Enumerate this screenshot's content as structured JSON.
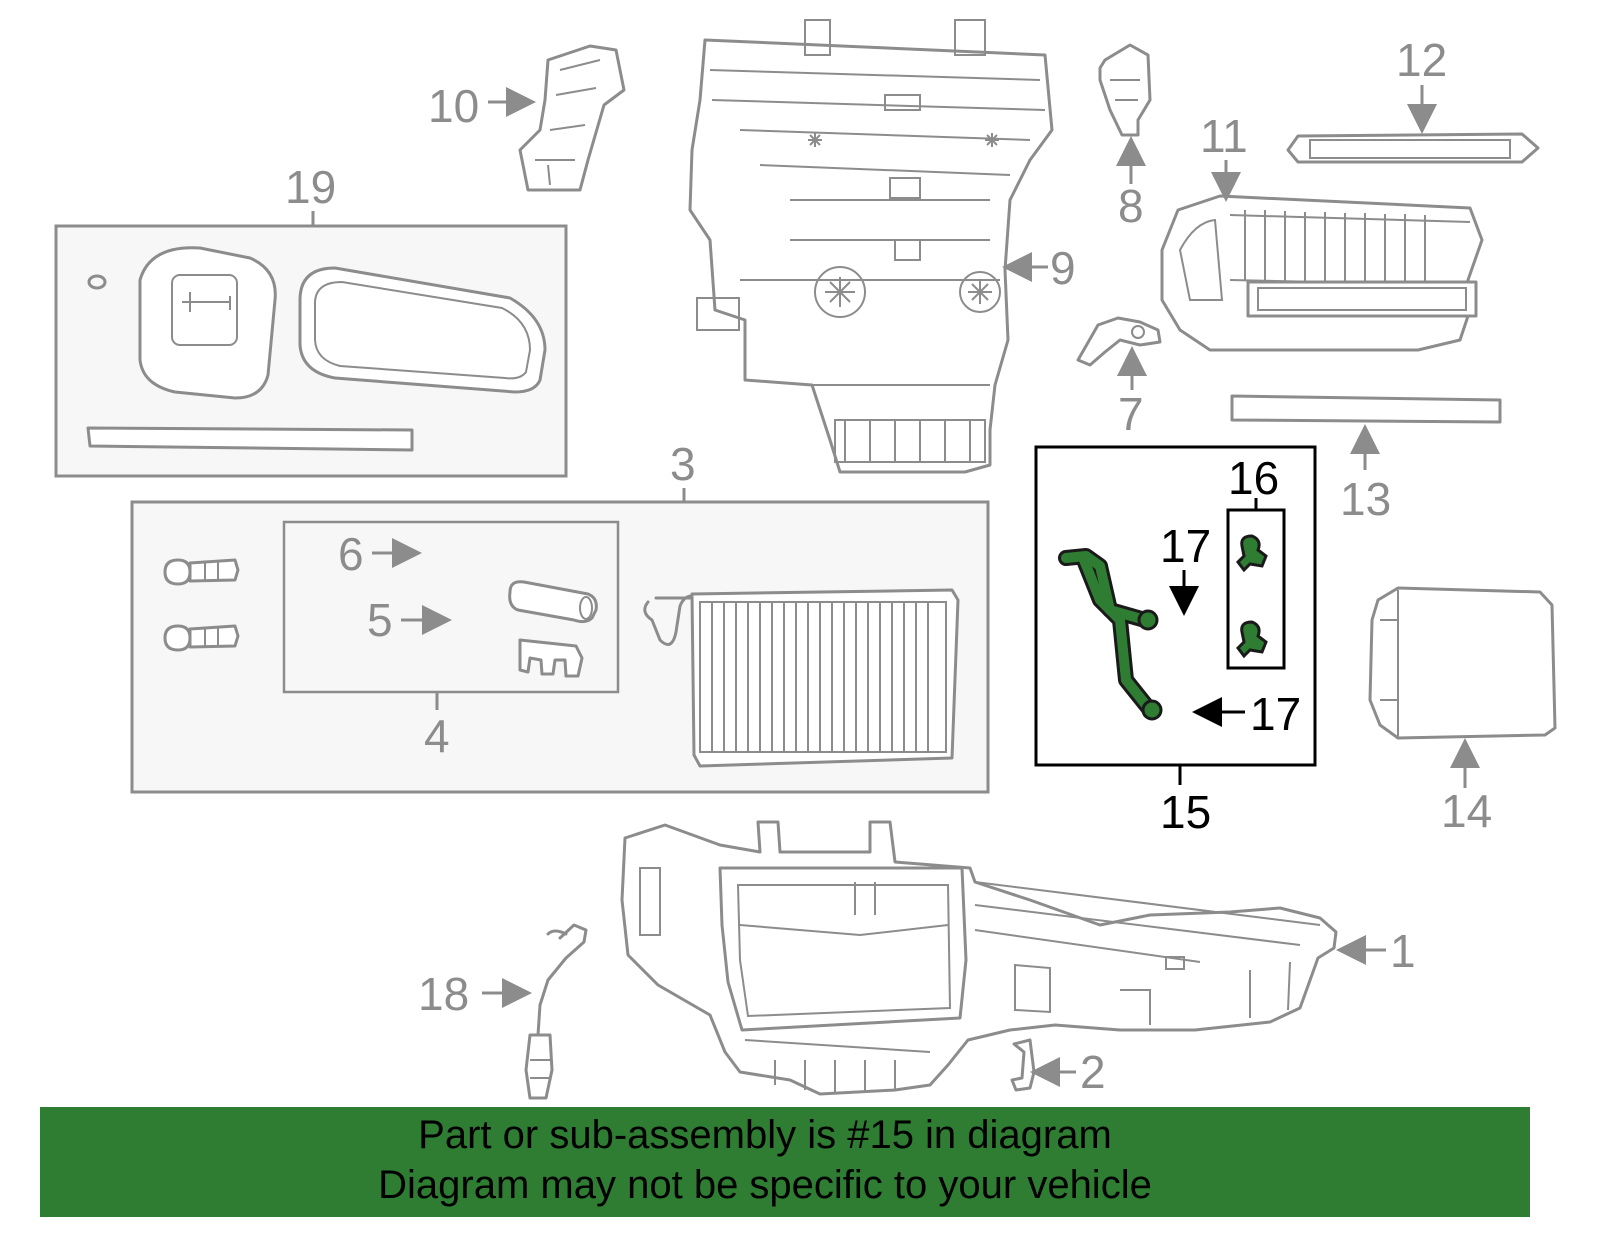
{
  "diagram": {
    "callouts": {
      "n1": "1",
      "n2": "2",
      "n3": "3",
      "n4": "4",
      "n5": "5",
      "n6": "6",
      "n7": "7",
      "n8": "8",
      "n9": "9",
      "n10": "10",
      "n11": "11",
      "n12": "12",
      "n13": "13",
      "n14": "14",
      "n15": "15",
      "n16": "16",
      "n17a": "17",
      "n17b": "17",
      "n18": "18",
      "n19": "19"
    },
    "highlighted_part": "15",
    "colors": {
      "highlight": "#2e7d32",
      "line": "#8c8c8c",
      "footer_bg": "#2e7d32"
    }
  },
  "footer": {
    "line1": "Part or sub-assembly is #15 in diagram",
    "line2": "Diagram may not be specific to your vehicle"
  }
}
